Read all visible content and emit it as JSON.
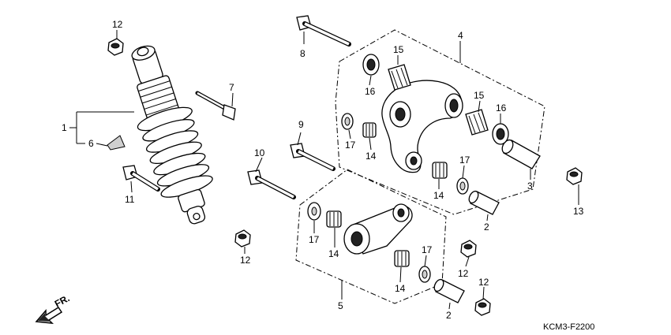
{
  "callouts": {
    "c1": "1",
    "c2a": "2",
    "c2b": "2",
    "c3": "3",
    "c4": "4",
    "c5": "5",
    "c6": "6",
    "c7": "7",
    "c8": "8",
    "c9": "9",
    "c10": "10",
    "c11": "11",
    "c12a": "12",
    "c12b": "12",
    "c12c": "12",
    "c12d": "12",
    "c13": "13",
    "c14a": "14",
    "c14b": "14",
    "c14c": "14",
    "c14d": "14",
    "c15a": "15",
    "c15b": "15",
    "c16a": "16",
    "c16b": "16",
    "c17a": "17",
    "c17b": "17",
    "c17c": "17",
    "c17d": "17"
  },
  "direction_label": "FR.",
  "diagram_code": "KCM3-F2200",
  "icons": {
    "front_arrow": "front-direction-arrow-icon"
  }
}
